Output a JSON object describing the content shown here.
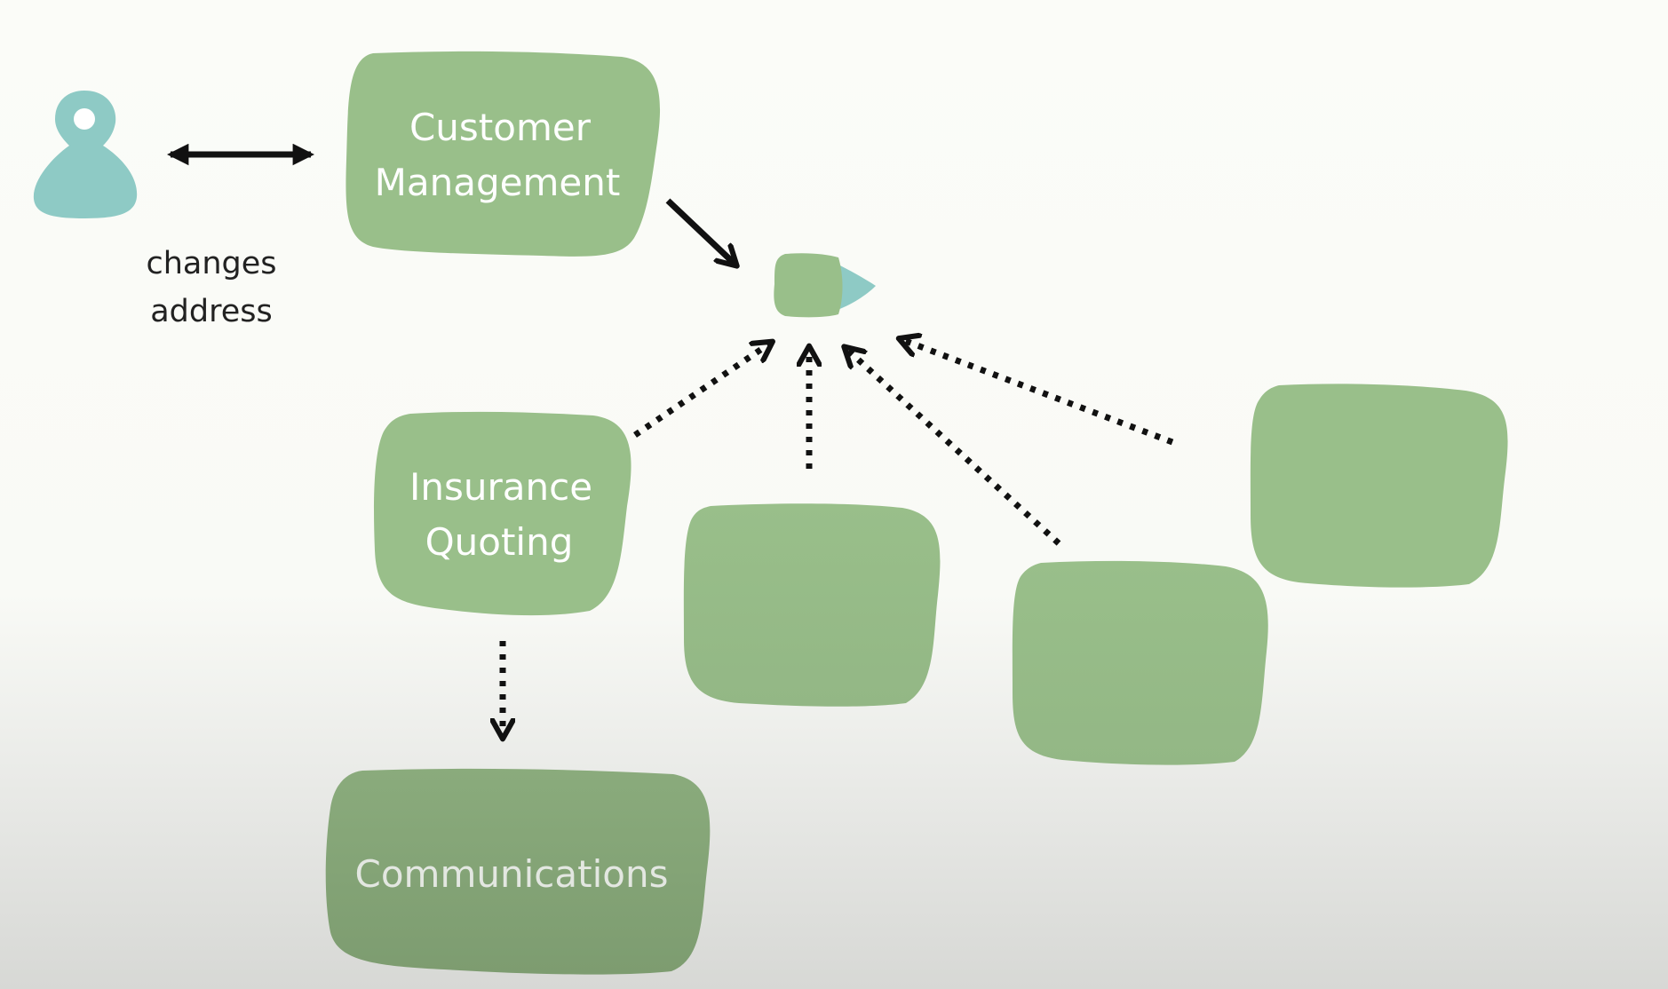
{
  "actor": {
    "icon": "person-icon",
    "caption_line1": "changes",
    "caption_line2": "address"
  },
  "contexts": {
    "customer_management": {
      "line1": "Customer",
      "line2": "Management"
    },
    "insurance_quoting": {
      "line1": "Insurance",
      "line2": "Quoting"
    },
    "communications": {
      "label": "Communications"
    }
  },
  "event_icon": "event-message-icon",
  "colors": {
    "context_green": "#99bf8a",
    "context_green_dark": "#88a97b",
    "actor_teal": "#8ecac5",
    "arrow": "#111111"
  }
}
